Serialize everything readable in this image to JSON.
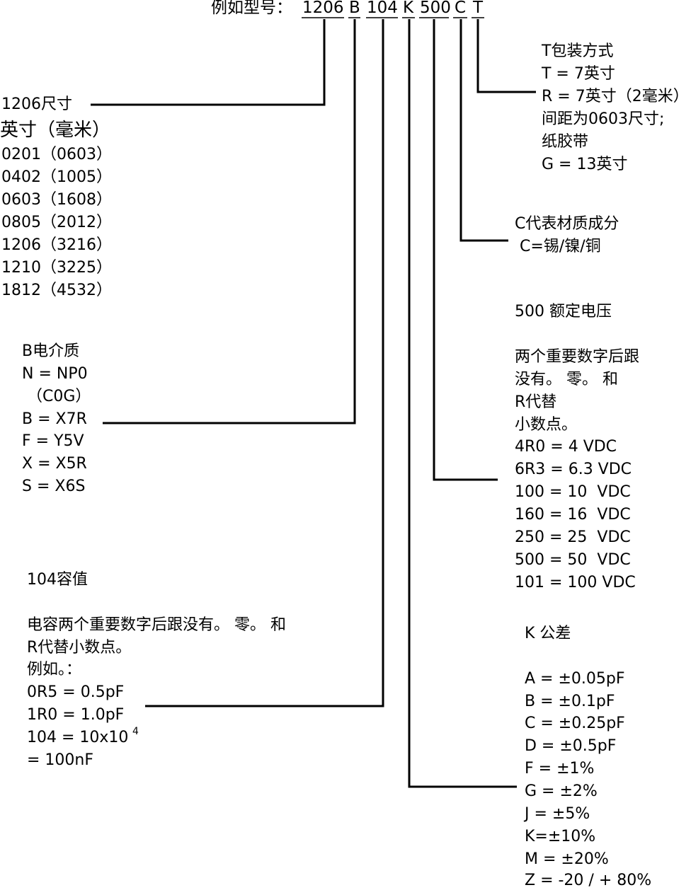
{
  "header": {
    "prefix": "例如型号：",
    "codes": {
      "size": "1206",
      "dielectric": "B",
      "capacitance": "104",
      "tolerance": "K",
      "voltage": "500",
      "material": "C",
      "packaging": "T"
    }
  },
  "packaging": {
    "title": "T包装方式",
    "lines": [
      "T = 7英寸",
      "R = 7英寸（2毫米）",
      "间距为0603尺寸;",
      "纸胶带",
      "G = 13英寸"
    ]
  },
  "size": {
    "title": "1206尺寸",
    "subtitle": "英寸（毫米）",
    "lines": [
      "0201（0603）",
      "0402（1005）",
      "0603（1608）",
      "0805（2012）",
      "1206（3216）",
      "1210（3225）",
      "1812（4532）"
    ]
  },
  "material": {
    "title": "C代表材质成分",
    "line": " C=锡/镍/铜"
  },
  "voltage": {
    "title": "500 额定电压",
    "desc": [
      "两个重要数字后跟",
      "没有。 零。 和",
      "R代替",
      "小数点。"
    ],
    "lines": [
      "4R0 = 4 VDC",
      "6R3 = 6.3 VDC",
      "100 = 10  VDC",
      "160 = 16  VDC",
      "250 = 25  VDC",
      "500 = 50  VDC",
      "101 = 100 VDC"
    ]
  },
  "dielectric": {
    "title": "B电介质",
    "lines": [
      "N = NP0",
      " （C0G）",
      "B = X7R",
      "F = Y5V",
      "X = X5R",
      "S = X6S"
    ]
  },
  "capacitance": {
    "title": "104容值",
    "desc": [
      "电容两个重要数字后跟没有。 零。 和",
      "R代替小数点。",
      "例如。："
    ],
    "lines": [
      "0R5 = 0.5pF",
      "1R0 = 1.0pF"
    ],
    "formula": "104 = 10x10",
    "exponent": "4",
    "result": "= 100nF"
  },
  "tolerance": {
    "title": "K 公差",
    "lines": [
      "A = ±0.05pF",
      "B = ±0.1pF",
      "C = ±0.25pF",
      "D = ±0.5pF",
      "F = ±1%",
      "G = ±2%",
      "J = ±5%",
      "K=±10%",
      "M = ±20%",
      "Z = -20 / + 80%"
    ]
  }
}
